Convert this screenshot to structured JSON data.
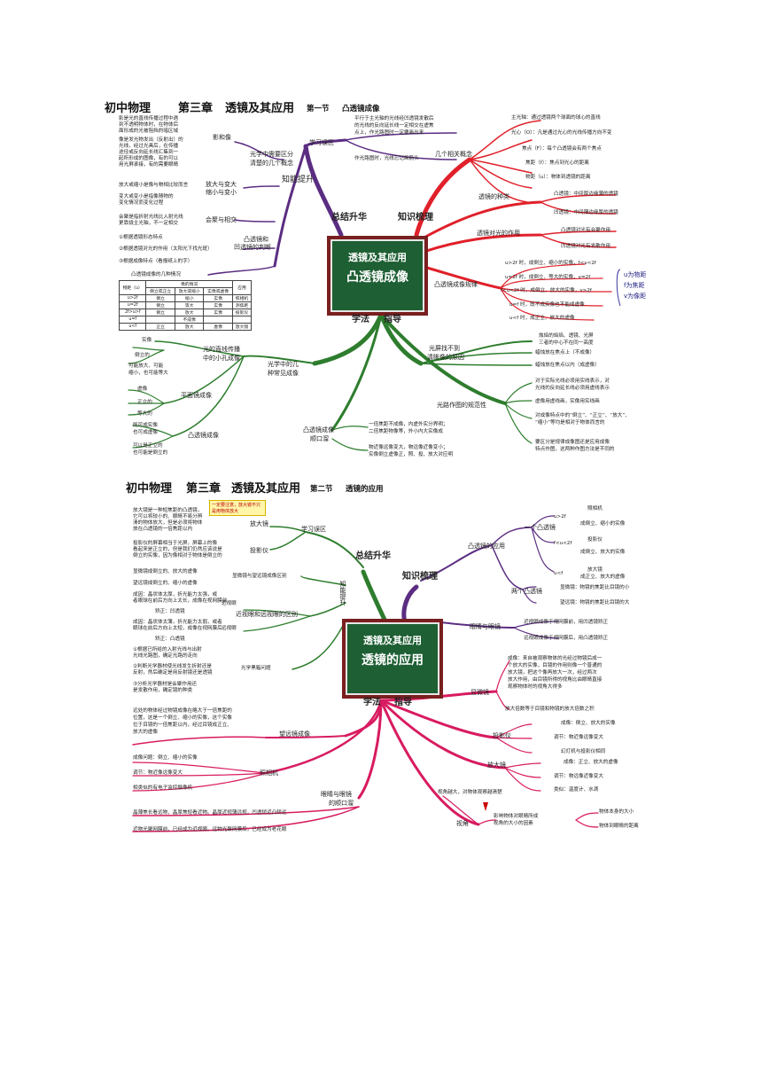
{
  "map1": {
    "header": {
      "course": "初中物理",
      "chapter": "第三章",
      "unit": "透镜及其应用",
      "section": "第一节",
      "section_title": "凸透镜成像"
    },
    "center": {
      "line1": "透镜及其应用",
      "line2": "凸透镜成像"
    },
    "branches": {
      "summary": "总结升华",
      "knowledge": "知识梳理",
      "method": "学法",
      "guide": "指导",
      "improve": "知能提升",
      "mistakes": "学习误区"
    },
    "mistakes": {
      "m1": "平行于主光轴的光线经凹透镜发散后",
      "m2": "的光线的反向延长线一定相交在虚焦",
      "m3": "点上，作光路图时一定要画出来",
      "m4": "作光路图时，光线忘记画箭头"
    },
    "improve": {
      "concepts_title1": "光学中需要区分",
      "concepts_title2": "清楚的几个概念",
      "shadow": "影和像",
      "shadow_n1": "影是光的直线传播过程中遇",
      "shadow_n2": "到不透明物体时，在物体后",
      "shadow_n3": "面形成的光被阻挡的暗区域",
      "shadow_n4": "像是发光物发出（反射出）的",
      "shadow_n5": "光线，经过光具后，在传播",
      "shadow_n6": "途径或反向延长线汇集到一",
      "shadow_n7": "起所形成的图像，有的可以",
      "shadow_n8": "用光屏承接，有的需要眼睛",
      "size1": "放大与变大",
      "size2": "缩小与变小",
      "size_n1": "放大或缩小是像与物相比较而言",
      "size_n2": "变大或变小是指像随物的",
      "size_n3": "变化情况而变化过程",
      "converge": "会聚与相交",
      "converge_n1": "会聚是指折射光线比入射光线",
      "converge_n2": "更靠拢主光轴，不一定相交",
      "judge1": "凸透镜和",
      "judge2": "凹透镜的判断",
      "judge_n1": "①根据透镜形态特点",
      "judge_n2": "②根据透镜对光的作用（太阳光下找光斑）",
      "judge_n3": "③根据成像特点（看报纸上的字）",
      "table_title": "凸透镜成像的几种情况",
      "table_head": [
        "物距（u）",
        "像的情况",
        "应用"
      ],
      "table_sub": [
        "倒立或正立",
        "放大或缩小",
        "实像或虚像"
      ],
      "table_rows": [
        [
          "u>2f",
          "倒立",
          "缩小",
          "实像",
          "照相机"
        ],
        [
          "u=2f",
          "倒立",
          "等大",
          "实像",
          "测焦距"
        ],
        [
          "2f>u>f",
          "倒立",
          "放大",
          "实像",
          "投影仪"
        ],
        [
          "u=f",
          "",
          "不成像",
          "",
          ""
        ],
        [
          "u<f",
          "正立",
          "放大",
          "虚像",
          "放大镜"
        ]
      ]
    },
    "knowledge": {
      "concepts": "几个相关概念",
      "axis": "主光轴：通过透镜两个球面的球心的直线",
      "optic_center": "光心（O）：凡是通过光心的光线传播方向不变",
      "focus": "焦点（F）：每个凸透镜会有两个焦点",
      "focal": "焦距（f）：焦点到光心的距离",
      "object_dist": "物距（u）：物体到透镜的距离",
      "kinds": "透镜的种类",
      "convex": "凸透镜：中间厚边缘薄的透镜",
      "concave": "凹透镜：中间薄边缘厚的透镜",
      "effect": "透镜对光的作用",
      "effect1": "凸透镜对光有会聚作用",
      "effect2": "凹透镜对光有发散作用",
      "rules": "凸透镜成像规律",
      "r1": "u>2f 时，成倒立、缩小的实像，f<v<2f",
      "r2": "u=2f 时，成倒立、等大的实像，v=2f",
      "r3": "f<u<2f 时，成倒立、放大的实像，v>2f",
      "r4": "u=f 时，既不成实像也不能成虚像",
      "r5": "u<f 时，成正立、放大的虚像",
      "legend1": "u为物距",
      "legend2": "f为焦距",
      "legend3": "v为像距"
    },
    "method": {
      "common1": "光学中的几",
      "common2": "种常见成像",
      "straight1": "光的直线传播",
      "straight2": "中的小孔成像",
      "s_n1": "实像",
      "s_n2": "倒立的",
      "s_n3": "可能放大、可能",
      "s_n4": "缩小，也可能等大",
      "mirror": "平面镜成像",
      "mi_n1": "虚像",
      "mi_n2": "正立的",
      "mi_n3": "等大的",
      "lens": "凸透镜成像",
      "l_n1": "既可成实像",
      "l_n2": "也可成虚像",
      "l_n3": "可以是正立的",
      "l_n4": "也可能是倒立的",
      "screen1": "光屏找不到",
      "screen2": "清晰像的原因",
      "sc_n1": "烛焰的焰焰、透镜、光屏",
      "sc_n2": "三者的中心不在同一高度",
      "sc_n3": "蜡烛放在焦点上（不成像）",
      "sc_n4": "蜡烛放在焦点以内（成虚像）",
      "path": "光路作图的规范性",
      "p_n1": "对于实际光线必须用实线表示，对",
      "p_n2": "光线的反向延长线必须用虚线表示",
      "p_n3": "虚像用虚线画，实像用实线画",
      "p_n4": "对成像特点中的“倒立”、“正立”、“放大”、",
      "p_n5": "“缩小”等均是相对于物体而言的",
      "p_n6": "要区分是规律成像图还是应用成像",
      "p_n7": "特点作图，这两种作图方法是不同的",
      "leak1": "凸透镜成像",
      "leak2": "顺口溜",
      "lk_n1": "一倍焦距不成像，内虚外实分界明；",
      "lk_n2": "二倍焦距物像等，外小内大实像成",
      "lk_n3": "物近像远像变大，物远像近像变小；",
      "lk_n4": "实像倒立虚像正，照、投、放大对应明"
    }
  },
  "map2": {
    "header": {
      "course": "初中物理",
      "chapter": "第三章",
      "unit": "透镜及其应用",
      "section": "第二节",
      "section_title": "透镜的应用"
    },
    "center": {
      "line1": "透镜及其应用",
      "line2": "透镜的应用"
    },
    "branches": {
      "summary": "总结升华",
      "knowledge": "知识梳理",
      "method": "学法",
      "guide": "指导",
      "improve": "知能提升",
      "mistakes": "学习误区"
    },
    "note": "一定要注意，放大镜不只是用物体放大",
    "mistakes": {
      "magnifier": "放大镜",
      "mg_n1": "放大镜是一种短焦距的凸透镜，",
      "mg_n2": "它可以将较小的、眼睛不易分辨",
      "mg_n3": "清的物体放大，但是必须将物体",
      "mg_n4": "放在凸透镜的一倍焦距以内",
      "projector": "投影仪",
      "pj_n1": "投影仪的屏幕相当于光屏，屏幕上的像",
      "pj_n2": "看起来是正立的，但是我们仍然应该说是",
      "pj_n3": "倒立的实像，因为像相对于物体是倒立的"
    },
    "improve": {
      "scope_diff": "显微镜与望远镜成像区别",
      "sd_n1": "显微镜成倒立的、放大的虚像",
      "sd_n2": "望远镜成倒立的、缩小的虚像",
      "eye_diff": "近视眼和远视眼的区别",
      "near": "近视眼",
      "n_n1": "成因：晶状体太厚，折光能力太强，或",
      "n_n2": "者眼球在前后方向上太长，成像在视网膜前",
      "n_n3": "矫正：凹透镜",
      "far": "远视眼",
      "f_n1": "成因：晶状体太薄，折光能力太弱，或者",
      "f_n2": "眼球在前后方向上太短，成像在视网膜后",
      "f_n3": "矫正：凸透镜",
      "blackbox": "光学黑箱问题",
      "b_n1": "①根据已所给的入射光线与出射",
      "b_n2": "光线光路图，确定光路的走向",
      "b_n3": "②判断光学器材使光线发生折射还是",
      "b_n4": "反射，然后确定是用反射镜还是透镜",
      "b_n5": "③分析光学器材是会聚作用还",
      "b_n6": "是发散作用，确定镜的种类"
    },
    "knowledge": {
      "apps": "凸透镜的应用",
      "one_lens": "一个凸透镜",
      "o_1": "u>2f",
      "o_1a": "照相机",
      "o_1b": "成倒立、缩小的实像",
      "o_2": "f<u<2f",
      "o_2a": "投影仪",
      "o_2b": "成倒立、放大的实像",
      "o_3": "u<f",
      "o_3a": "放大镜",
      "o_3b": "成正立、放大的虚像",
      "two_lens": "两个凸透镜",
      "t_1": "显微镜：物镜的焦距比目镜的小",
      "t_2": "望远镜：物镜的焦距比目镜的大",
      "glasses": "眼睛与眼镜",
      "g_1": "近视眼成像于视网膜前，用凹透镜矫正",
      "g_2": "远视眼成像于视网膜后，用凸透镜矫正"
    },
    "method": {
      "microscope": "显微镜",
      "ms_n1": "成像：来自被观察物体的光经过物镜后成一",
      "ms_n2": "个放大的实像，目镜的作用则像一个普通的",
      "ms_n3": "放大镜，把这个像再放大一次，经过两次",
      "ms_n4": "放大作用，由目镜所得的视角比由眼睛直接",
      "ms_n5": "观察物体时的视角大得多",
      "ms_n6": "放大倍数等于目镜和物镜的放大倍数之积",
      "projector": "投影仪",
      "pj_n1": "成像：倒立、放大的实像",
      "pj_n2": "调节：物近像远像变大",
      "pj_n3": "幻灯机与投影仪相同",
      "magnifier": "放大镜",
      "mg_n1": "成像：正立、放大的虚像",
      "mg_n2": "调节：物远像近像变大",
      "mg_n3": "类似：温度计、水滴",
      "visual": "视角",
      "v_n1": "视角越大，对物体观察越清楚",
      "v_n2": "影响物体对眼睛所成",
      "v_n3": "视角的大小的因素",
      "v_n4": "物体本身的大小",
      "v_n5": "物体到眼睛的距离",
      "telescope": "望远镜成像",
      "te_n1": "远处的物体经过物镜成像在略大于一倍焦距的",
      "te_n2": "位置，这是一个倒立、缩小的实像，这个实像",
      "te_n3": "位于目镜的一倍焦距以内，经过目镜成正立、",
      "te_n4": "放大的虚像",
      "camera": "照相机",
      "c_n1": "成像问题：倒立、缩小的实像",
      "c_n2": "调节：物近像远像变大",
      "c_n3": "相类似的有电子监控摄像机",
      "eyes1": "眼睛与眼镜",
      "eyes2": "的顺口溜",
      "e_n1": "晶薄焦长看远物，晶厚焦短看近物。晶厚近视薄远视，凹透矫近凸矫远",
      "e_n2": "近物光聚网膜前，已经成为近视眼。远物光聚网膜后，已经成为老花眼"
    }
  },
  "colors": {
    "green": "#2e7d2e",
    "red": "#e0202a",
    "purple": "#5b2d82",
    "pink": "#d81b60",
    "center_border": "#7a1f1f",
    "center_fill": "#1e5f33"
  }
}
